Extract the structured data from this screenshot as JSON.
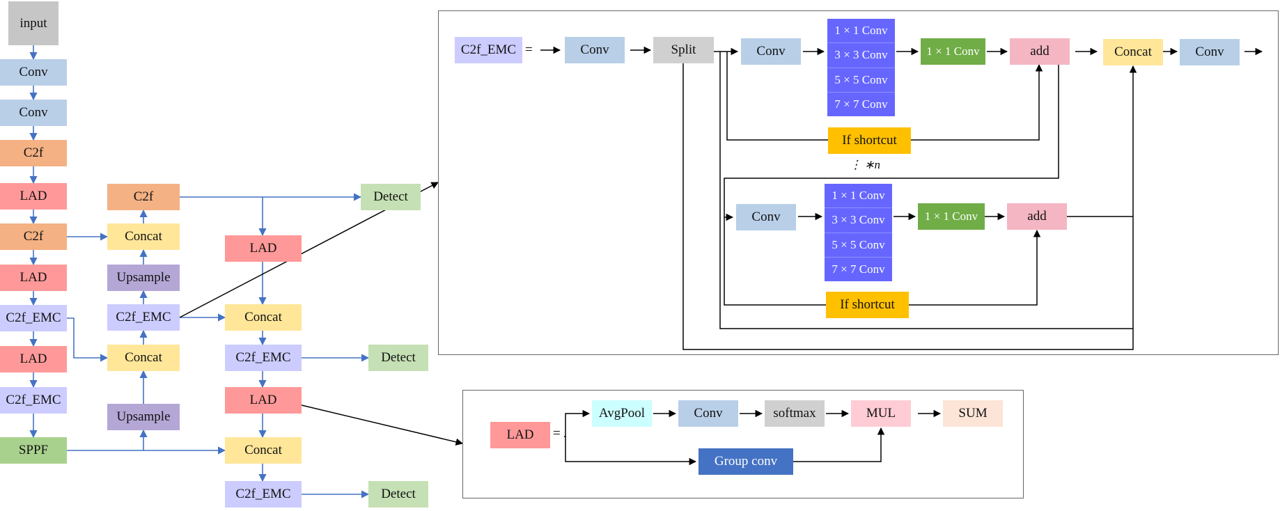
{
  "colors": {
    "gray": "#c6c6c6",
    "conv": "#b9cfe8",
    "c2f": "#f4b183",
    "lad": "#ff9999",
    "c2f_emc": "#ccccff",
    "concat": "#ffe699",
    "upsample": "#b4a7d6",
    "sppf": "#a9d18e",
    "detect": "#c5e0b4",
    "split": "#d0d0d0",
    "kernel": "#6666ff",
    "green_conv": "#70ad47",
    "add": "#f4b6c2",
    "shortcut": "#ffc000",
    "avgpool": "#ccffff",
    "softmax": "#d0d0d0",
    "mul": "#ffccd5",
    "sum": "#fce4d6",
    "groupconv": "#4472c4",
    "arrow_blue": "#4472c4",
    "arrow_black": "#000000"
  },
  "backbone": {
    "input": "input",
    "conv1": "Conv",
    "conv2": "Conv",
    "c2f1": "C2f",
    "lad1": "LAD",
    "c2f2": "C2f",
    "lad2": "LAD",
    "c2femc1": "C2f_EMC",
    "lad3": "LAD",
    "c2femc2": "C2f_EMC",
    "sppf": "SPPF"
  },
  "neck": {
    "c2f_top": "C2f",
    "concat1": "Concat",
    "upsample1": "Upsample",
    "c2femc_mid": "C2f_EMC",
    "concat2": "Concat",
    "upsample2": "Upsample"
  },
  "head": {
    "lad_a": "LAD",
    "concat_a": "Concat",
    "c2femc_a": "C2f_EMC",
    "lad_b": "LAD",
    "concat_b": "Concat",
    "c2femc_b": "C2f_EMC",
    "detect1": "Detect",
    "detect2": "Detect",
    "detect3": "Detect"
  },
  "c2f_emc_detail": {
    "name": "C2f_EMC",
    "equals": "=",
    "conv_in": "Conv",
    "split": "Split",
    "conv_b1": "Conv",
    "conv_b2": "Conv",
    "kernels": [
      "1 × 1 Conv",
      "3 × 3 Conv",
      "5 × 5 Conv",
      "7 × 7 Conv"
    ],
    "pointwise": "1 × 1 Conv",
    "add": "add",
    "shortcut": "If shortcut",
    "repeat": "⋮  ∗n",
    "concat": "Concat",
    "conv_out": "Conv"
  },
  "lad_detail": {
    "name": "LAD",
    "equals": "=",
    "avgpool": "AvgPool",
    "conv": "Conv",
    "softmax": "softmax",
    "mul": "MUL",
    "sum": "SUM",
    "groupconv": "Group conv"
  }
}
